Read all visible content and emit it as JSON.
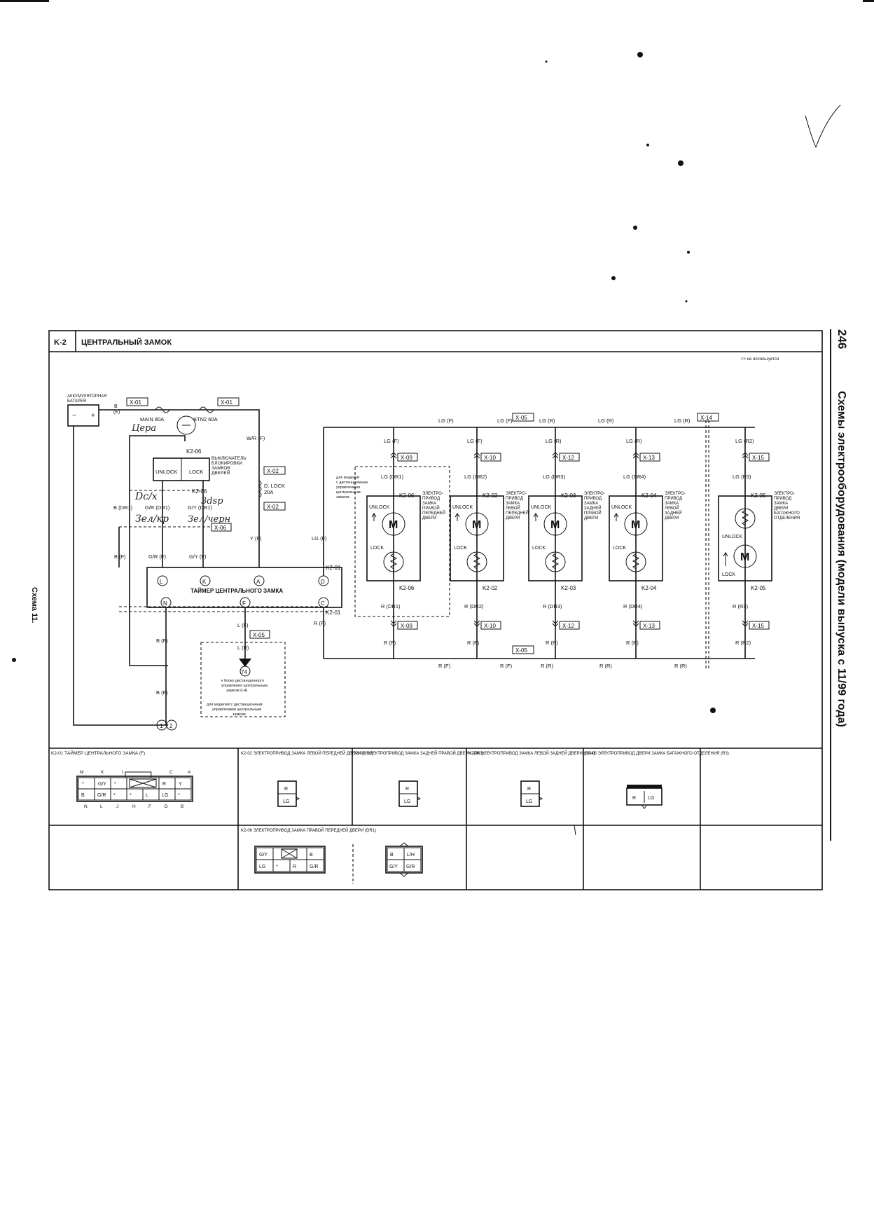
{
  "header": {
    "code": "K-2",
    "title": "ЦЕНТРАЛЬНЫЙ ЗАМОК",
    "legend_note": "<> не используется"
  },
  "side": {
    "page_number": "246",
    "title": "Схемы электрооборудования (модели выпуска с 11/99 года)",
    "left_caption": "Схема 11."
  },
  "power": {
    "battery_label": [
      "АККУМУЛЯТОРНАЯ",
      "БАТАРЕЯ"
    ],
    "battery_wire": [
      "B",
      "(E)"
    ],
    "x01a": "X-01",
    "x01b": "X-01",
    "fuse_main": "MAIN 80A",
    "fuse_btn2": "BTN2 60A",
    "wire_wr": "W/R (F)",
    "x02a": "X-02",
    "fuse_dlock": [
      "D. LOCK",
      "20A"
    ],
    "x02b": "X-02",
    "wire_y": "Y (F)"
  },
  "switch": {
    "connector_top": "K2-06",
    "connector_bottom": "K2-06",
    "label": [
      "ВЫКЛЮЧАТЕЛЬ",
      "БЛОКИРОВКИ",
      "ЗАМКОВ",
      "ДВЕРЕЙ"
    ],
    "unlock": "UNLOCK",
    "lock": "LOCK",
    "wire_b_dr1": "B (DR1)",
    "wire_gr_dr1": "G/R (DR1)",
    "wire_gy_dr1": "G/Y (DR1)",
    "x06": "X-06",
    "wire_b_f": "B (F)",
    "wire_gr_f": "G/R (F)",
    "wire_gy_f": "G/Y (F)"
  },
  "timer": {
    "label": "ТАЙМЕР ЦЕНТРАЛЬНОГО ЗАМКА",
    "conn_top": "K2-01",
    "conn_bottom": "K2-01",
    "pins_top": [
      "L",
      "K",
      "A",
      "D"
    ],
    "pins_bottom": [
      "N",
      "F",
      "C"
    ],
    "wire_lg_f": "LG (F)",
    "wire_b_f_low": "B (F)",
    "wire_l_f": "L (F)",
    "wire_r_f": "R (F)",
    "x05": "X-05",
    "wire_l_r": "L (R)",
    "ref_number": "74",
    "ref_note": [
      "к блоку дистанционного",
      "управления центральным",
      "замком (I-4)"
    ],
    "remote_note": [
      "для моделей с дистанционным",
      "управлением центральным",
      "замком"
    ],
    "wire_b_f_gnd": "B (F)",
    "ground_1": "1",
    "ground_2": "2"
  },
  "bus": {
    "top_labels": [
      "LG (F)",
      "LG (F)",
      "LG (R)",
      "LG (R)",
      "LG (R)"
    ],
    "bottom_labels": [
      "R (F)",
      "R (F)",
      "R (R)",
      "R (R)",
      "R (R)"
    ],
    "x05": "X-05",
    "x14": "X-14",
    "x05b": "X-05"
  },
  "actuators": [
    {
      "lg_top": "LG (F)",
      "x_top": "X-09",
      "lg_mid": "LG (DR1)",
      "conn_top": "K2-06",
      "conn_bottom": "K2-06",
      "r_mid": "R (DR1)",
      "x_bottom": "X-09",
      "r_bottom": "R (F)",
      "label": [
        "ЭЛЕКТРО-",
        "ПРИВОД",
        "ЗАМКА",
        "ПРАВОЙ",
        "ПЕРЕДНЕЙ",
        "ДВЕРИ"
      ],
      "unlock": "UNLOCK",
      "lock": "LOCK",
      "motor": "M"
    },
    {
      "lg_top": "LG (F)",
      "x_top": "X-10",
      "lg_mid": "LG (DR2)",
      "conn_top": "K2-02",
      "conn_bottom": "K2-02",
      "r_mid": "R (DR2)",
      "x_bottom": "X-10",
      "r_bottom": "R (F)",
      "label": [
        "ЭЛЕКТРО-",
        "ПРИВОД",
        "ЗАМКА",
        "ЛЕВОЙ",
        "ПЕРЕДНЕЙ",
        "ДВЕРИ"
      ],
      "unlock": "UNLOCK",
      "lock": "LOCK",
      "motor": "M"
    },
    {
      "lg_top": "LG (R)",
      "x_top": "X-12",
      "lg_mid": "LG (DR3)",
      "conn_top": "K2-03",
      "conn_bottom": "K2-03",
      "r_mid": "R (DR3)",
      "x_bottom": "X-12",
      "r_bottom": "R (R)",
      "label": [
        "ЭЛЕКТРО-",
        "ПРИВОД",
        "ЗАМКА",
        "ЗАДНЕЙ",
        "ПРАВОЙ",
        "ДВЕРИ"
      ],
      "unlock": "UNLOCK",
      "lock": "LOCK",
      "motor": "M"
    },
    {
      "lg_top": "LG (R)",
      "x_top": "X-13",
      "lg_mid": "LG (DR4)",
      "conn_top": "K2-04",
      "conn_bottom": "K2-04",
      "r_mid": "R (DR4)",
      "x_bottom": "X-13",
      "r_bottom": "R (R)",
      "label": [
        "ЭЛЕКТРО-",
        "ПРИВОД",
        "ЗАМКА",
        "ЛЕВОЙ",
        "ЗАДНЕЙ",
        "ДВЕРИ"
      ],
      "unlock": "UNLOCK",
      "lock": "LOCK",
      "motor": "M"
    },
    {
      "lg_top": "LG (R2)",
      "x_top": "X-15",
      "lg_mid": "LG (R3)",
      "conn_top": "K2-05",
      "conn_bottom": "K2-05",
      "r_mid": "R (R3)",
      "x_bottom": "X-15",
      "r_bottom": "R (R2)",
      "label": [
        "ЭЛЕКТРО-",
        "ПРИВОД",
        "ЗАМКА",
        "ДВЕРИ",
        "БАГАЖНОГО",
        "ОТДЕЛЕНИЯ"
      ],
      "unlock": "UNLOCK",
      "lock": "LOCK",
      "motor": "M"
    }
  ],
  "remote_box_note": [
    "для моделей",
    "с дистанционным",
    "управлением",
    "центральным",
    "замком"
  ],
  "handwriting": {
    "h1": "Цера",
    "h2": "Dc/x",
    "h3": "Зел/кр",
    "h4": "3dsp",
    "h5": "Зел/черн"
  },
  "connectors": {
    "k2_01": {
      "title": "K2-01 ТАЙМЕР ЦЕНТРАЛЬНОГО ЗАМКА (F)",
      "top_letters": [
        "M",
        "K",
        "I",
        "C",
        "A"
      ],
      "row1": [
        "*",
        "G/Y",
        "*",
        "",
        "R",
        "Y"
      ],
      "row2": [
        "B",
        "G/R",
        "*",
        "*",
        "L",
        "LG",
        "*"
      ],
      "bottom_letters": [
        "N",
        "L",
        "J",
        "H",
        "F",
        "D",
        "B"
      ]
    },
    "k2_02": {
      "title": "K2-02 ЭЛЕКТРОПРИВОД ЗАМКА ЛЕВОЙ ПЕРЕДНЕЙ ДВЕРИ (DR2)",
      "pins": [
        "R",
        "LG"
      ]
    },
    "k2_03": {
      "title": "K2-03 ЭЛЕКТРОПРИВОД ЗАМКА ЗАДНЕЙ ПРАВОЙ ДВЕРИ (DR3)",
      "pins": [
        "R",
        "LG"
      ]
    },
    "k2_04": {
      "title": "K2-04 ЭЛЕКТРОПРИВОД ЗАМКА ЛЕВОЙ ЗАДНЕЙ ДВЕРИ (DR4)",
      "pins": [
        "R",
        "LG"
      ]
    },
    "k2_05": {
      "title": "K2-05 ЭЛЕКТРОПРИВОД ДВЕРИ ЗАМКА БАГАЖНОГО ОТДЕЛЕНИЯ (R3)",
      "pins": [
        "R",
        "LG"
      ]
    },
    "k2_06": {
      "title": "K2-06 ЭЛЕКТРОПРИВОД ЗАМКА ПРАВОЙ ПЕРЕДНЕЙ ДВЕРИ (DR1)",
      "left_row1": [
        "G/Y",
        "",
        "B"
      ],
      "left_row2": [
        "LG",
        "*",
        "R",
        "G/R"
      ],
      "right_row1": [
        "B",
        "L/H"
      ],
      "right_row2": [
        "G/Y",
        "G/R"
      ]
    }
  }
}
